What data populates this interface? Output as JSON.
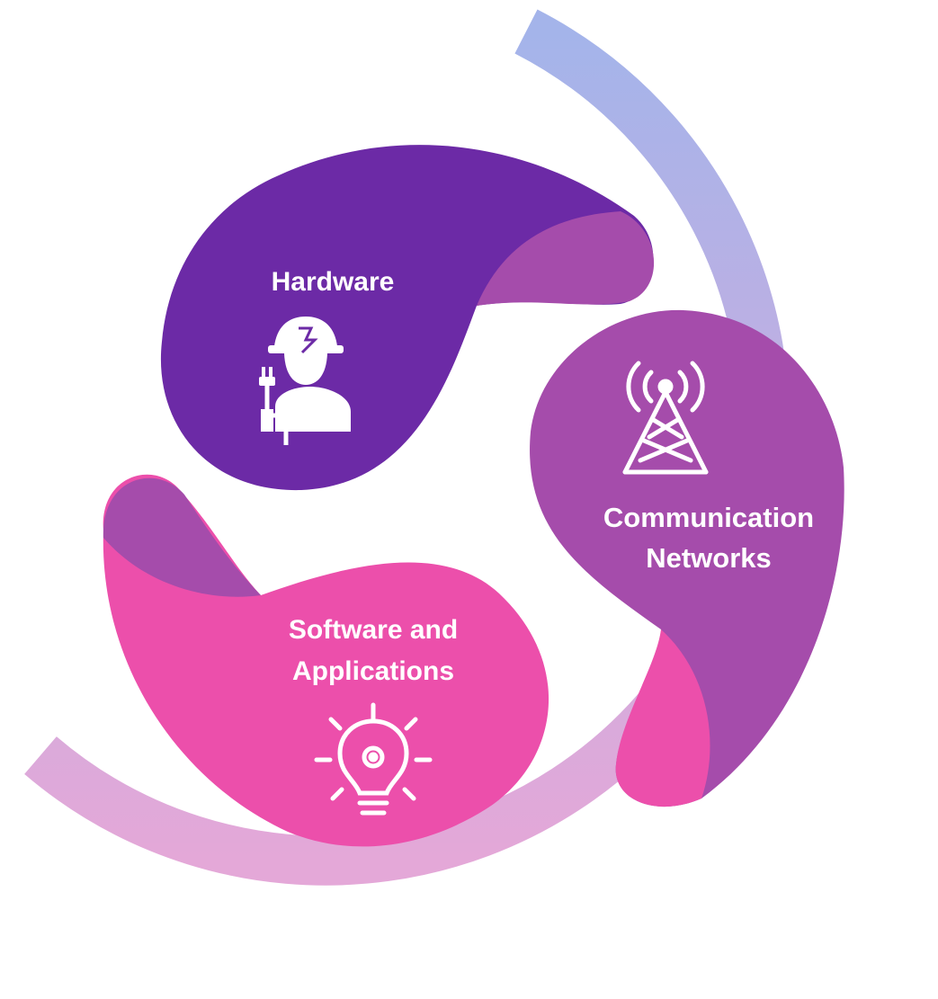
{
  "segments": {
    "hardware": {
      "label": "Hardware",
      "icon": "electrician-icon",
      "color": "#6c2aa6"
    },
    "communication": {
      "label_line1": "Communication",
      "label_line2": "Networks",
      "icon": "antenna-tower-icon",
      "color": "#a54cab"
    },
    "software": {
      "label_line1": "Software and",
      "label_line2": "Applications",
      "icon": "lightbulb-gear-icon",
      "color": "#ec4fab"
    }
  },
  "ring": {
    "color_top": "#a4b4ea",
    "color_bottom": "#e4a8d8"
  }
}
